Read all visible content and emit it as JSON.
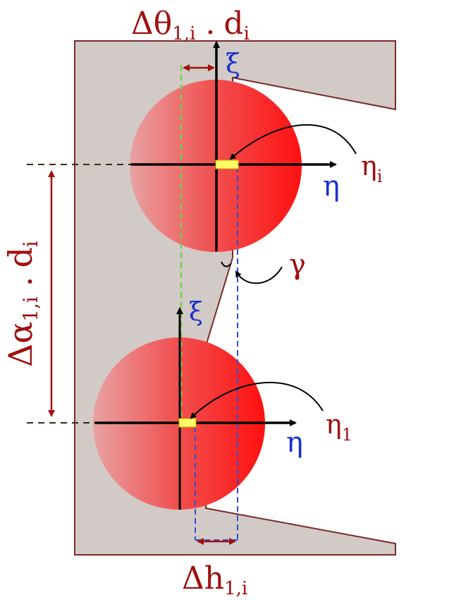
{
  "labels": {
    "delta_theta": {
      "main": "Δθ",
      "sub": "1,i",
      "dot": ".",
      "d": "d",
      "d_sub": "i"
    },
    "delta_alpha": {
      "main": "Δα",
      "sub": "1,i",
      "dot": ".",
      "d": "d",
      "d_sub": "i"
    },
    "delta_h": {
      "main": "Δh",
      "sub": "1,i"
    },
    "xi_top": "ξ",
    "xi_bottom": "ξ",
    "eta_top": "η",
    "eta_bottom": "η",
    "eta_i": {
      "main": "η",
      "sub": "i"
    },
    "eta_1": {
      "main": "η",
      "sub": "1"
    },
    "gamma": "γ"
  },
  "colors": {
    "plate": "#d2cac6",
    "plate_border": "#7a2a2a",
    "sphere_dark": "#ff1a1a",
    "sphere_light": "#e89a9a",
    "label_red": "#a01010",
    "label_blue": "#1a2fcc",
    "axis": "#000000",
    "green_dash": "#6ed34a",
    "blue_dash": "#2f4fd0",
    "yellow_mark": "#ffff66",
    "dim_arrow": "#a01010",
    "leader": "#3a2a10"
  }
}
